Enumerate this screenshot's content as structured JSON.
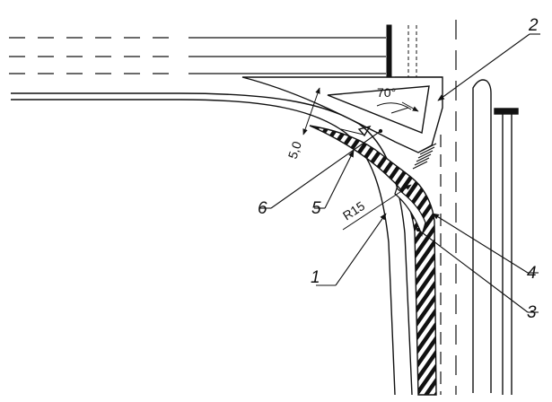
{
  "dimensions": {
    "angle": "70°",
    "thickness": "5,0",
    "radius": "R15"
  },
  "callouts": [
    {
      "id": "1",
      "text": "1"
    },
    {
      "id": "2",
      "text": "2"
    },
    {
      "id": "3",
      "text": "3"
    },
    {
      "id": "4",
      "text": "4"
    },
    {
      "id": "5",
      "text": "5"
    },
    {
      "id": "6",
      "text": "6"
    }
  ],
  "colors": {
    "line": "#111111",
    "background": "#ffffff"
  }
}
